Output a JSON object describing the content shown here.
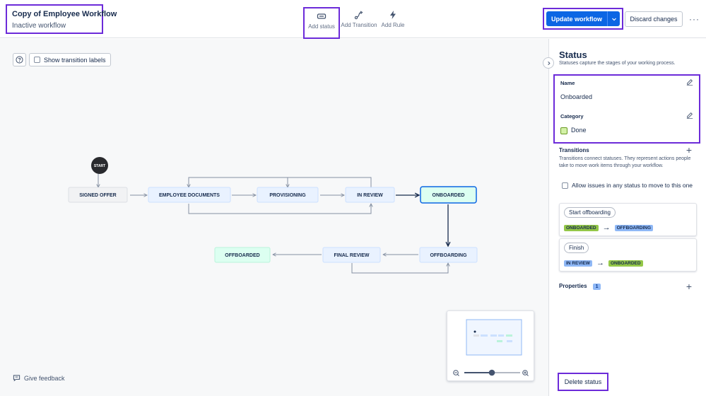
{
  "header": {
    "workflow_title": "Copy of Employee Workflow",
    "workflow_status": "Inactive workflow",
    "tools": [
      {
        "label": "Add status",
        "icon": "status-icon"
      },
      {
        "label": "Add Transition",
        "icon": "transition-icon"
      },
      {
        "label": "Add Rule",
        "icon": "lightning-icon"
      }
    ],
    "update_label": "Update workflow",
    "discard_label": "Discard changes",
    "more_label": "···"
  },
  "canvas": {
    "show_labels": "Show transition labels",
    "help_icon": "question-icon",
    "start_label": "START",
    "statuses": {
      "signed_offer": "SIGNED OFFER",
      "employee_documents": "EMPLOYEE DOCUMENTS",
      "provisioning": "PROVISIONING",
      "in_review": "IN REVIEW",
      "onboarded": "ONBOARDED",
      "offboarding": "OFFBOARDING",
      "final_review": "FINAL REVIEW",
      "offboarded": "OFFBOARDED"
    },
    "feedback_label": "Give feedback"
  },
  "panel": {
    "title": "Status",
    "subtitle": "Statuses capture the stages of your working process.",
    "name_label": "Name",
    "name_value": "Onboarded",
    "category_label": "Category",
    "category_value": "Done",
    "transitions_title": "Transitions",
    "transitions_desc": "Transitions connect statuses. They represent actions people take to move work items through your workflow.",
    "allow_label": "Allow issues in any status to move to this one",
    "transitions": [
      {
        "name": "Start offboarding",
        "from": "ONBOARDED",
        "to": "OFFBOARDING"
      },
      {
        "name": "Finish",
        "from": "IN REVIEW",
        "to": "ONBOARDED"
      }
    ],
    "properties_title": "Properties",
    "properties_count": "1",
    "delete_label": "Delete status"
  },
  "colors": {
    "accent": "#0c66e4",
    "highlight": "#6c2bd9",
    "todo_bg": "#f1f2f4",
    "inprogress_bg": "#e9f2ff",
    "done_bg": "#dcfff1"
  }
}
